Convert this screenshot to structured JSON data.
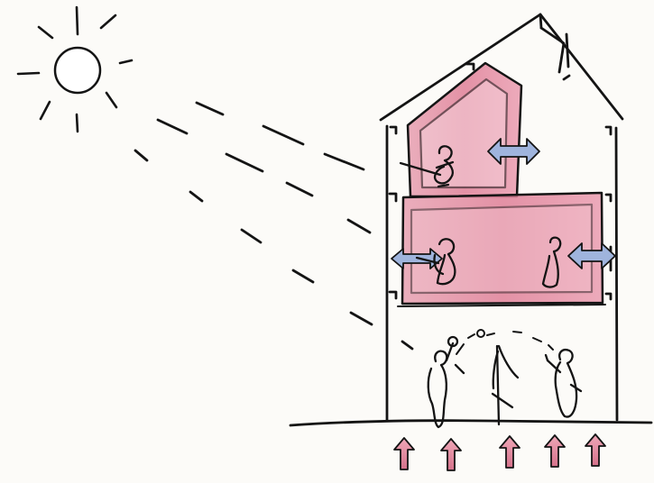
{
  "colors": {
    "paper": "#fcfbf8",
    "ink": "#141414",
    "pink_fill": "#e58ea2",
    "pink_stroke": "#c94862",
    "arrow_blue": "#9fb4dd",
    "arrow_pink": "#d9859a"
  },
  "icons": {
    "sun": "sun-icon",
    "sun_rays": "sunlight-rays",
    "upper_room": "upper-floor-room",
    "middle_room": "middle-floor-room",
    "ground_space": "ground-floor-play-space",
    "heat_arrows": "ground-heat-arrows",
    "ventilation_arrows": "ventilation-arrows",
    "people": "person-figures"
  }
}
